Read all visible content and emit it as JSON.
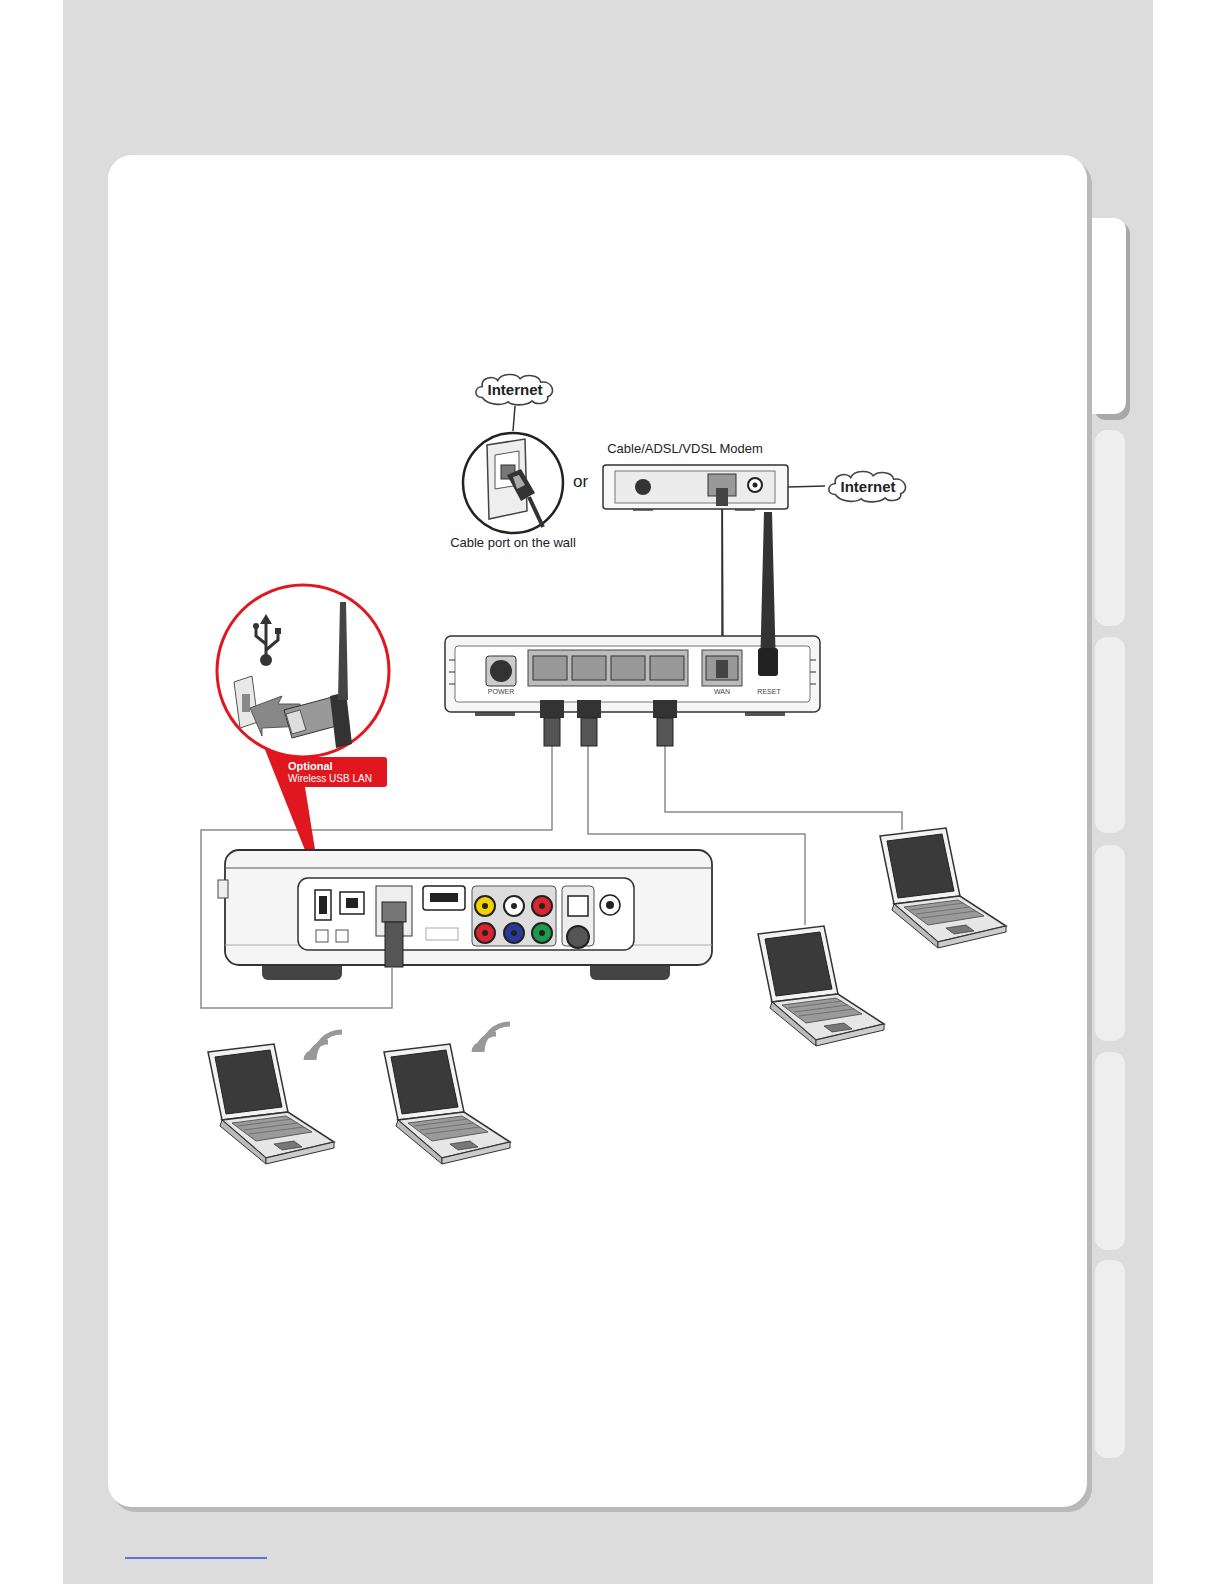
{
  "diagram": {
    "nodes": [
      {
        "text": [
          "Internet"
        ]
      },
      {
        "text": [
          "Cable port on the wall"
        ]
      },
      {
        "text": [
          "Cable/ADSL/VDSL Modem"
        ]
      },
      {
        "text": [
          "Internet"
        ]
      },
      {
        "text": [
          "POWER",
          "WAN",
          "RESET"
        ]
      },
      {
        "text": [
          "Optional",
          "Wireless USB LAN"
        ]
      }
    ],
    "edges": [
      {
        "from": 0,
        "to": 1,
        "arrow": "none"
      },
      {
        "from": 2,
        "to": 3,
        "arrow": "none"
      },
      {
        "from": 2,
        "to": 4,
        "arrow": "none"
      }
    ],
    "labels": [
      "or"
    ]
  }
}
